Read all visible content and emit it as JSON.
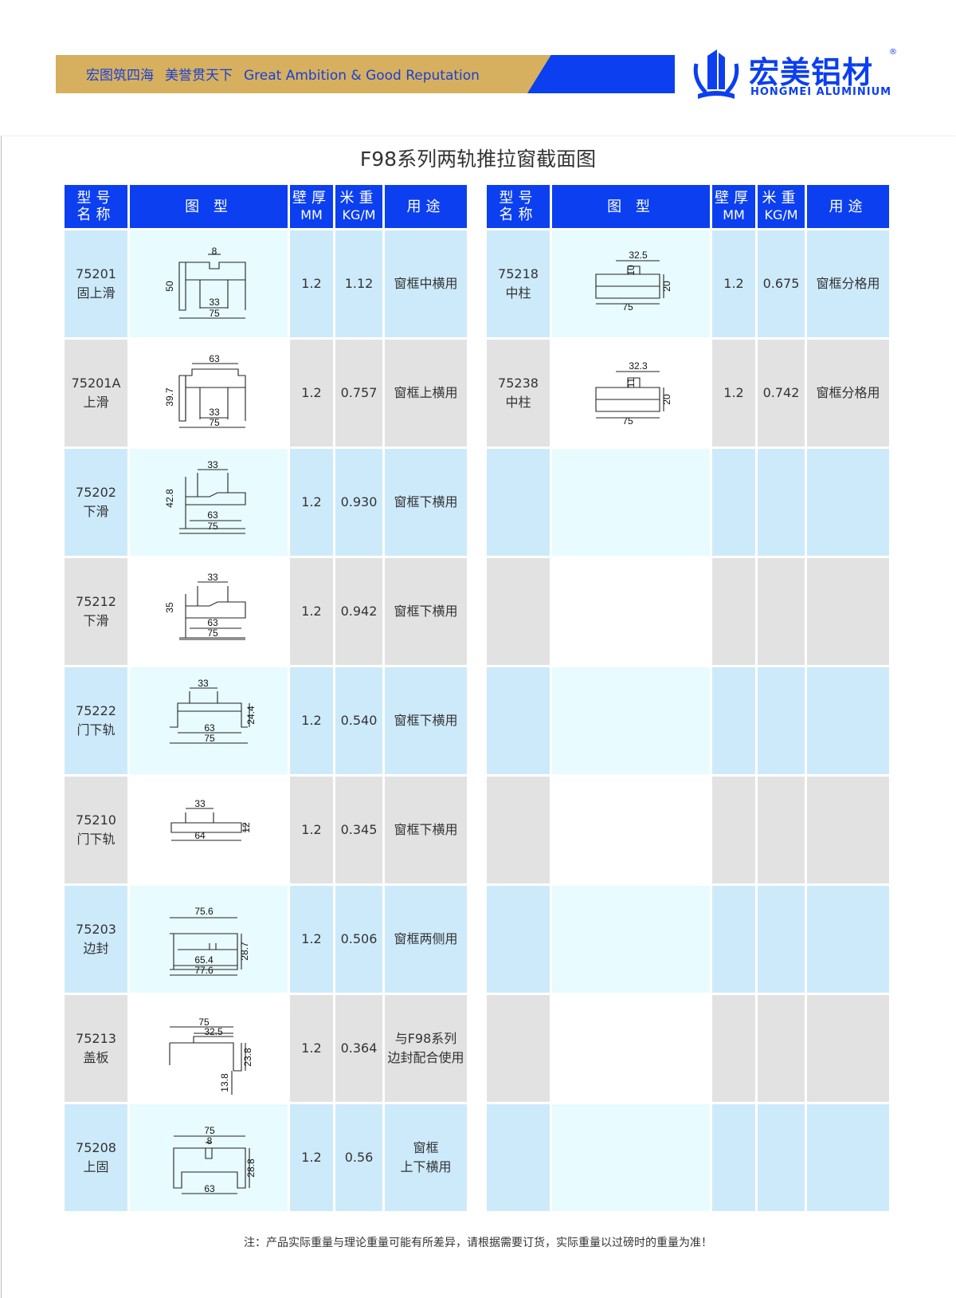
{
  "banner": {
    "slogan_cn_1": "宏图筑四海",
    "slogan_cn_2": "美誉贯天下",
    "slogan_en": "Great Ambition & Good Reputation"
  },
  "logo": {
    "cn": "宏美铝材",
    "en": "HONGMEI ALUMINIUM",
    "reg": "®"
  },
  "title": "F98系列两轨推拉窗截面图",
  "headers": {
    "model_1": "型号",
    "model_2": "名称",
    "drawing": "图 型",
    "thick_1": "壁厚",
    "thick_2": "MM",
    "weight_1": "米重",
    "weight_2": "KG/M",
    "usage": "用途"
  },
  "left_rows": [
    {
      "code": "75201",
      "name": "固上滑",
      "thickness": "1.2",
      "weight": "1.12",
      "usage": "窗框中横用",
      "dims": [
        "8",
        "50",
        "33",
        "75"
      ]
    },
    {
      "code": "75201A",
      "name": "上滑",
      "thickness": "1.2",
      "weight": "0.757",
      "usage": "窗框上横用",
      "dims": [
        "63",
        "39.7",
        "33",
        "75"
      ]
    },
    {
      "code": "75202",
      "name": "下滑",
      "thickness": "1.2",
      "weight": "0.930",
      "usage": "窗框下横用",
      "dims": [
        "33",
        "42.8",
        "63",
        "75"
      ]
    },
    {
      "code": "75212",
      "name": "下滑",
      "thickness": "1.2",
      "weight": "0.942",
      "usage": "窗框下横用",
      "dims": [
        "33",
        "35",
        "63",
        "75"
      ]
    },
    {
      "code": "75222",
      "name": "门下轨",
      "thickness": "1.2",
      "weight": "0.540",
      "usage": "窗框下横用",
      "dims": [
        "33",
        "24.4",
        "63",
        "75"
      ]
    },
    {
      "code": "75210",
      "name": "门下轨",
      "thickness": "1.2",
      "weight": "0.345",
      "usage": "窗框下横用",
      "dims": [
        "33",
        "12",
        "64"
      ]
    },
    {
      "code": "75203",
      "name": "边封",
      "thickness": "1.2",
      "weight": "0.506",
      "usage": "窗框两侧用",
      "dims": [
        "75.6",
        "28.7",
        "65.4",
        "77.6"
      ]
    },
    {
      "code": "75213",
      "name": "盖板",
      "thickness": "1.2",
      "weight": "0.364",
      "usage": "与F98系列",
      "usage2": "边封配合使用",
      "dims": [
        "75",
        "32.5",
        "23.8",
        "13.8"
      ]
    },
    {
      "code": "75208",
      "name": "上固",
      "thickness": "1.2",
      "weight": "0.56",
      "usage": "窗框",
      "usage2": "上下横用",
      "dims": [
        "75",
        "8",
        "28.8",
        "63"
      ]
    }
  ],
  "right_rows": [
    {
      "code": "75218",
      "name": "中柱",
      "thickness": "1.2",
      "weight": "0.675",
      "usage": "窗框分格用",
      "dims": [
        "32.5",
        "10",
        "20",
        "75"
      ]
    },
    {
      "code": "75238",
      "name": "中柱",
      "thickness": "1.2",
      "weight": "0.742",
      "usage": "窗框分格用",
      "dims": [
        "32.3",
        "11",
        "20",
        "75"
      ]
    }
  ],
  "empty_right_rows": 7,
  "footer": "注：产品实际重量与理论重量可能有所差异，请根据需要订货，实际重量以过磅时的重量为准！"
}
